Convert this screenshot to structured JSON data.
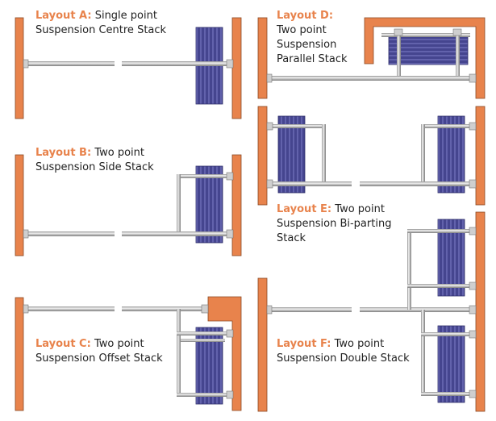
{
  "colors": {
    "wall": "#e8834c",
    "wall_stroke": "#8a4a25",
    "rail": "#b9b9b9",
    "rail_dark": "#7a7a7a",
    "stack": "#45458f",
    "stack_line": "#9a9ae0",
    "label_key": "#e8834c",
    "label_text": "#222222"
  },
  "layouts": [
    {
      "key": "Layout A:",
      "lines": [
        "Single point",
        "Suspension Centre Stack"
      ]
    },
    {
      "key": "Layout B:",
      "lines": [
        "Two point",
        "Suspension Side Stack"
      ]
    },
    {
      "key": "Layout C:",
      "lines": [
        "Two point",
        "Suspension Offset Stack"
      ]
    },
    {
      "key": "Layout D:",
      "lines": [
        "Two point",
        "Suspension",
        "Parallel Stack"
      ]
    },
    {
      "key": "Layout E:",
      "lines": [
        "Two point",
        "Suspension Bi-parting",
        "Stack"
      ]
    },
    {
      "key": "Layout F:",
      "lines": [
        "Two point",
        "Suspension Double Stack"
      ]
    }
  ]
}
